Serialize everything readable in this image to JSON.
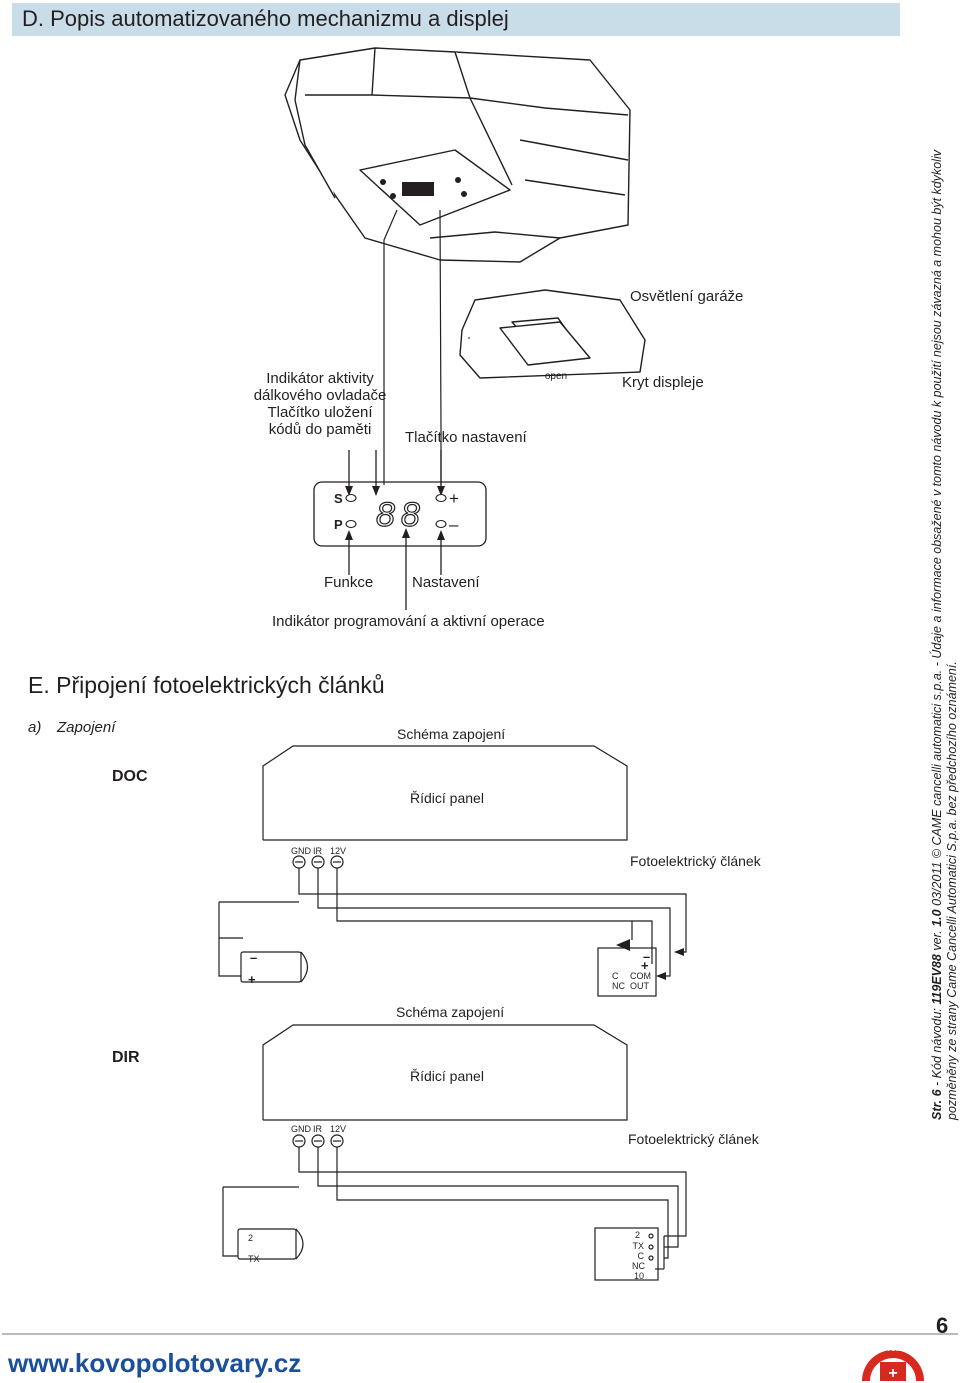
{
  "header": {
    "title": "D.  Popis automatizovaného mechanizmu a displej",
    "bg_color": "#c9dde9"
  },
  "unit_figure": {
    "open_label": "open",
    "garage_light": "Osvětlení garáže",
    "display_cover": "Kryt displeje"
  },
  "display_panel": {
    "s_key": "S",
    "p_key": "P",
    "digits": "88",
    "plus_sign": "+",
    "minus_sign": "–",
    "remote_indicator": [
      "Indikátor aktivity",
      "dálkového ovladače",
      "Tlačítko uložení",
      "kódů do paměti"
    ],
    "settings_button": "Tlačítko nastavení",
    "function": "Funkce",
    "setting": "Nastavení",
    "programming_indicator": "Indikátor programování a aktivní operace"
  },
  "section_e": {
    "title": "E.  Připojení fotoelektrických článků",
    "sub_letter": "a)",
    "sub_title": "Zapojení"
  },
  "doc": {
    "label": "DOC",
    "scheme": "Schéma zapojení",
    "panel": "Řídicí panel",
    "terminals": [
      "GND",
      "IR",
      "12V"
    ],
    "photocell": "Fotoelektrický článek",
    "tx_minus": "–",
    "tx_plus": "+",
    "rx_minus": "–",
    "rx_plus": "+",
    "rx_c": "C",
    "rx_com": "COM",
    "rx_nc": "NC",
    "rx_out": "OUT"
  },
  "dir": {
    "label": "DIR",
    "scheme": "Schéma zapojení",
    "panel": "Řídicí panel",
    "terminals": [
      "GND",
      "IR",
      "12V"
    ],
    "photocell": "Fotoelektrický článek",
    "tx_2": "2",
    "tx_tx": "TX",
    "rx_2": "2",
    "rx_tx": "TX",
    "rx_c": "C",
    "rx_nc": "NC",
    "rx_10": "10"
  },
  "side_note": {
    "str": "Str. 6",
    "dash1": " - Kód návodu: ",
    "code": "119EV88",
    "ver_label": " ver. ",
    "version": "1.0",
    "date_rest": " 03/2011 © CAME cancelli automatici s.p.a. - Údaje a informace obsažené v tomto návodu k použití nejsou závazná a mohou být kdykoliv",
    "line2": "pozměněny ze strany Came Cancelli Automatici S.p.a. bez předchozího oznámení."
  },
  "footer": {
    "url": "www.kovopolotovary.cz",
    "page_number": "6",
    "url_color": "#1a4f9c",
    "logo_text": "KOVOMAT"
  }
}
